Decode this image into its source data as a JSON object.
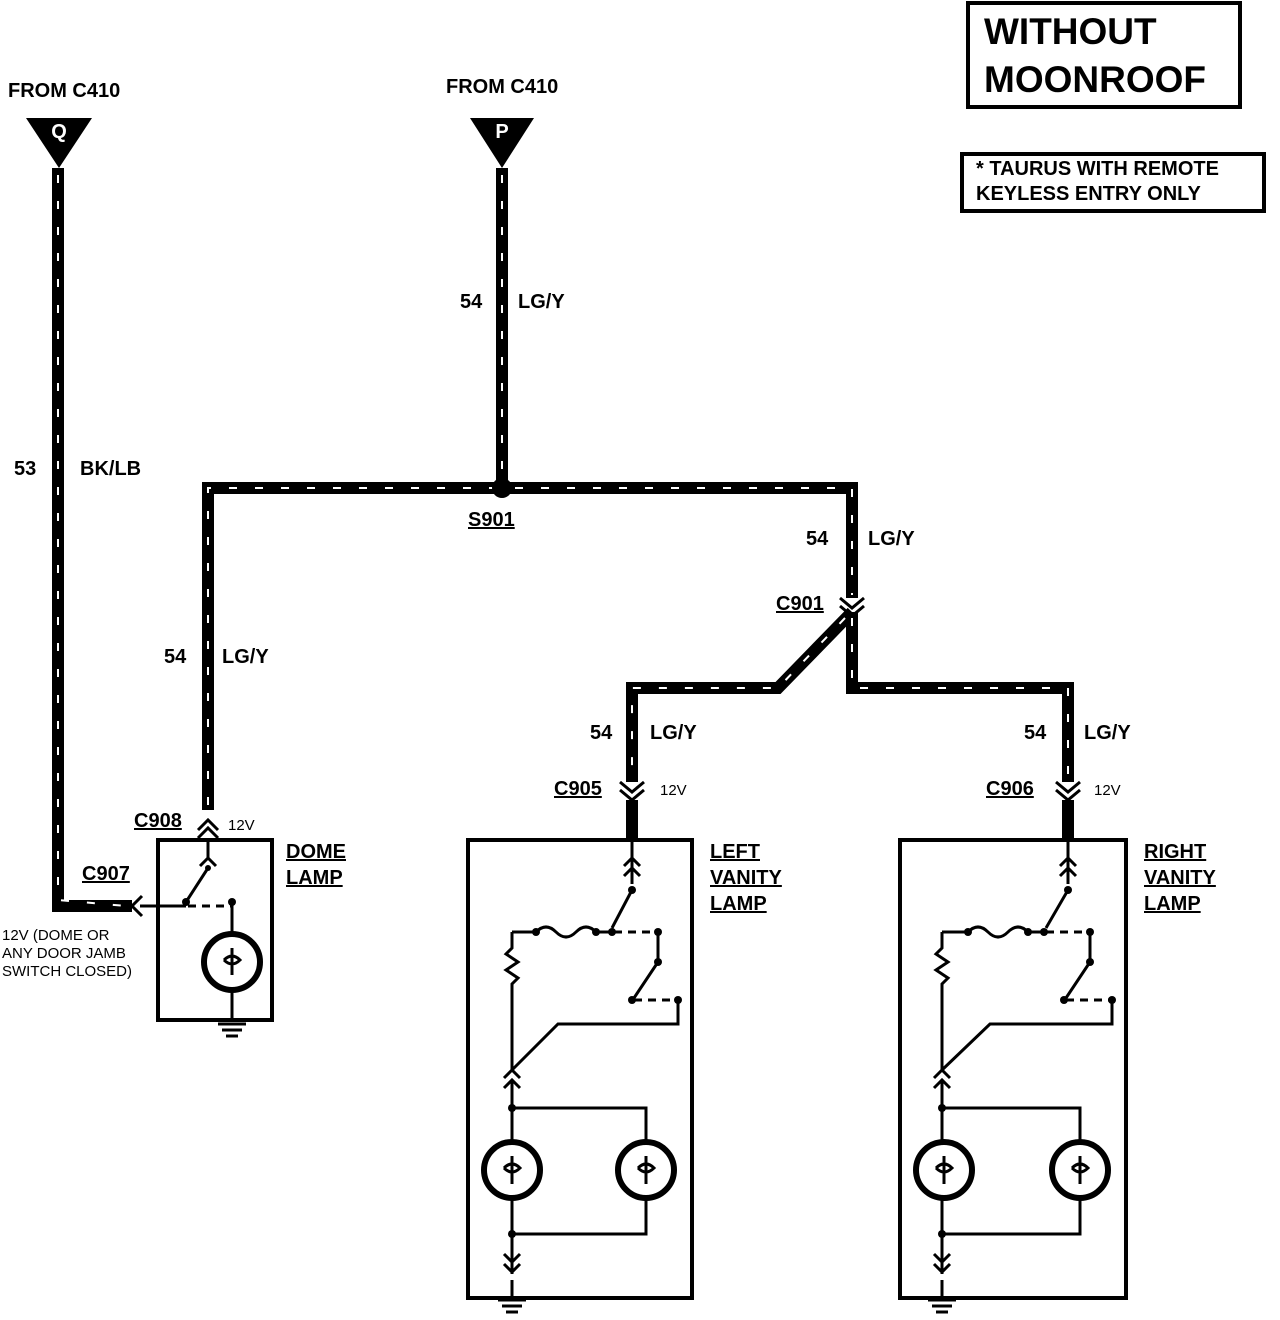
{
  "title_box": {
    "line1": "WITHOUT",
    "line2": "MOONROOF"
  },
  "note_box": {
    "line1": "* TAURUS WITH REMOTE",
    "line2": "KEYLESS ENTRY ONLY"
  },
  "sources": [
    {
      "label": "FROM C410",
      "pin": "Q"
    },
    {
      "label": "FROM C410",
      "pin": "P"
    }
  ],
  "wires": {
    "w53": {
      "circuit": "53",
      "color": "BK/LB"
    },
    "w54_top": {
      "circuit": "54",
      "color": "LG/Y"
    },
    "w54_dome": {
      "circuit": "54",
      "color": "LG/Y"
    },
    "w54_right_drop": {
      "circuit": "54",
      "color": "LG/Y"
    },
    "w54_left_vanity": {
      "circuit": "54",
      "color": "LG/Y"
    },
    "w54_right_vanity": {
      "circuit": "54",
      "color": "LG/Y"
    }
  },
  "splices": {
    "s901": "S901"
  },
  "connectors": {
    "c901": "C901",
    "c905": "C905",
    "c906": "C906",
    "c907": "C907",
    "c908": "C908"
  },
  "voltages": {
    "c908": "12V",
    "c905": "12V",
    "c906": "12V"
  },
  "note_12v": {
    "line1": "12V (DOME OR",
    "line2": "ANY DOOR  JAMB",
    "line3": "SWITCH   CLOSED)"
  },
  "components": {
    "dome": {
      "line1": "DOME",
      "line2": "LAMP"
    },
    "left_vanity": {
      "line1": "LEFT",
      "line2": "VANITY",
      "line3": "LAMP"
    },
    "right_vanity": {
      "line1": "RIGHT",
      "line2": "VANITY",
      "line3": "LAMP"
    }
  }
}
